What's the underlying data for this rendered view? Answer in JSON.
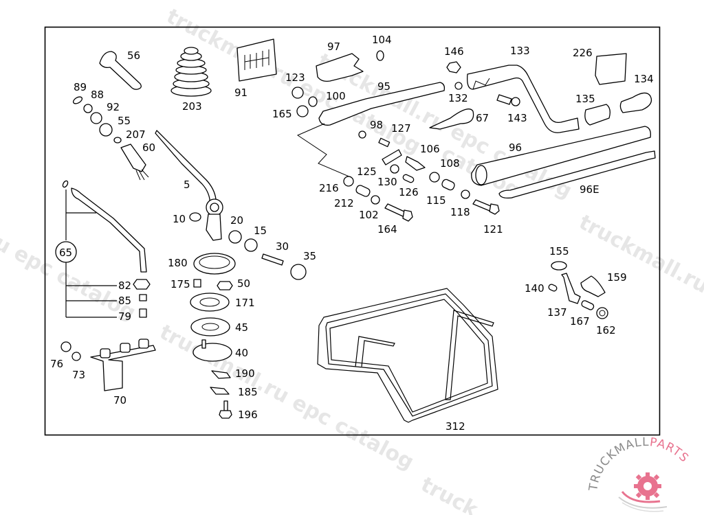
{
  "diagram": {
    "title": "Gear shift lever assembly exploded view",
    "callouts": [
      {
        "id": "56",
        "label": "56"
      },
      {
        "id": "203",
        "label": "203"
      },
      {
        "id": "91",
        "label": "91"
      },
      {
        "id": "89",
        "label": "89"
      },
      {
        "id": "88",
        "label": "88"
      },
      {
        "id": "92",
        "label": "92"
      },
      {
        "id": "55",
        "label": "55"
      },
      {
        "id": "207",
        "label": "207"
      },
      {
        "id": "60",
        "label": "60"
      },
      {
        "id": "5",
        "label": "5"
      },
      {
        "id": "10",
        "label": "10"
      },
      {
        "id": "20",
        "label": "20"
      },
      {
        "id": "15",
        "label": "15"
      },
      {
        "id": "30",
        "label": "30"
      },
      {
        "id": "35",
        "label": "35"
      },
      {
        "id": "180",
        "label": "180"
      },
      {
        "id": "175",
        "label": "175"
      },
      {
        "id": "50",
        "label": "50"
      },
      {
        "id": "171",
        "label": "171"
      },
      {
        "id": "45",
        "label": "45"
      },
      {
        "id": "40",
        "label": "40"
      },
      {
        "id": "190",
        "label": "190"
      },
      {
        "id": "185",
        "label": "185"
      },
      {
        "id": "196",
        "label": "196"
      },
      {
        "id": "65",
        "label": "65"
      },
      {
        "id": "82",
        "label": "82"
      },
      {
        "id": "85",
        "label": "85"
      },
      {
        "id": "79",
        "label": "79"
      },
      {
        "id": "76",
        "label": "76"
      },
      {
        "id": "73",
        "label": "73"
      },
      {
        "id": "70",
        "label": "70"
      },
      {
        "id": "97",
        "label": "97"
      },
      {
        "id": "104",
        "label": "104"
      },
      {
        "id": "123",
        "label": "123"
      },
      {
        "id": "100",
        "label": "100"
      },
      {
        "id": "165",
        "label": "165"
      },
      {
        "id": "95",
        "label": "95"
      },
      {
        "id": "98",
        "label": "98"
      },
      {
        "id": "127",
        "label": "127"
      },
      {
        "id": "146",
        "label": "146"
      },
      {
        "id": "133",
        "label": "133"
      },
      {
        "id": "132",
        "label": "132"
      },
      {
        "id": "67",
        "label": "67"
      },
      {
        "id": "143",
        "label": "143"
      },
      {
        "id": "226",
        "label": "226"
      },
      {
        "id": "134",
        "label": "134"
      },
      {
        "id": "135",
        "label": "135"
      },
      {
        "id": "96",
        "label": "96"
      },
      {
        "id": "96E",
        "label": "96E"
      },
      {
        "id": "106",
        "label": "106"
      },
      {
        "id": "108",
        "label": "108"
      },
      {
        "id": "125",
        "label": "125"
      },
      {
        "id": "130",
        "label": "130"
      },
      {
        "id": "126",
        "label": "126"
      },
      {
        "id": "216",
        "label": "216"
      },
      {
        "id": "212",
        "label": "212"
      },
      {
        "id": "102",
        "label": "102"
      },
      {
        "id": "164",
        "label": "164"
      },
      {
        "id": "115",
        "label": "115"
      },
      {
        "id": "118",
        "label": "118"
      },
      {
        "id": "121",
        "label": "121"
      },
      {
        "id": "155",
        "label": "155"
      },
      {
        "id": "159",
        "label": "159"
      },
      {
        "id": "140",
        "label": "140"
      },
      {
        "id": "137",
        "label": "137"
      },
      {
        "id": "167",
        "label": "167"
      },
      {
        "id": "162",
        "label": "162"
      },
      {
        "id": "312",
        "label": "312"
      }
    ]
  },
  "watermark": {
    "text_a": "truckmall.ru epc catalog",
    "text_b": "truckmall.ru",
    "text_c": "u epc catalog",
    "text_d": "truckmall.ru epc catalog",
    "text_e": "catalog",
    "text_f": "truck"
  },
  "logo": {
    "part1": "TRUCKMALL",
    "part2": "PARTS",
    "colors": {
      "gray": "#8a8a8a",
      "pink": "#e8738f"
    }
  }
}
